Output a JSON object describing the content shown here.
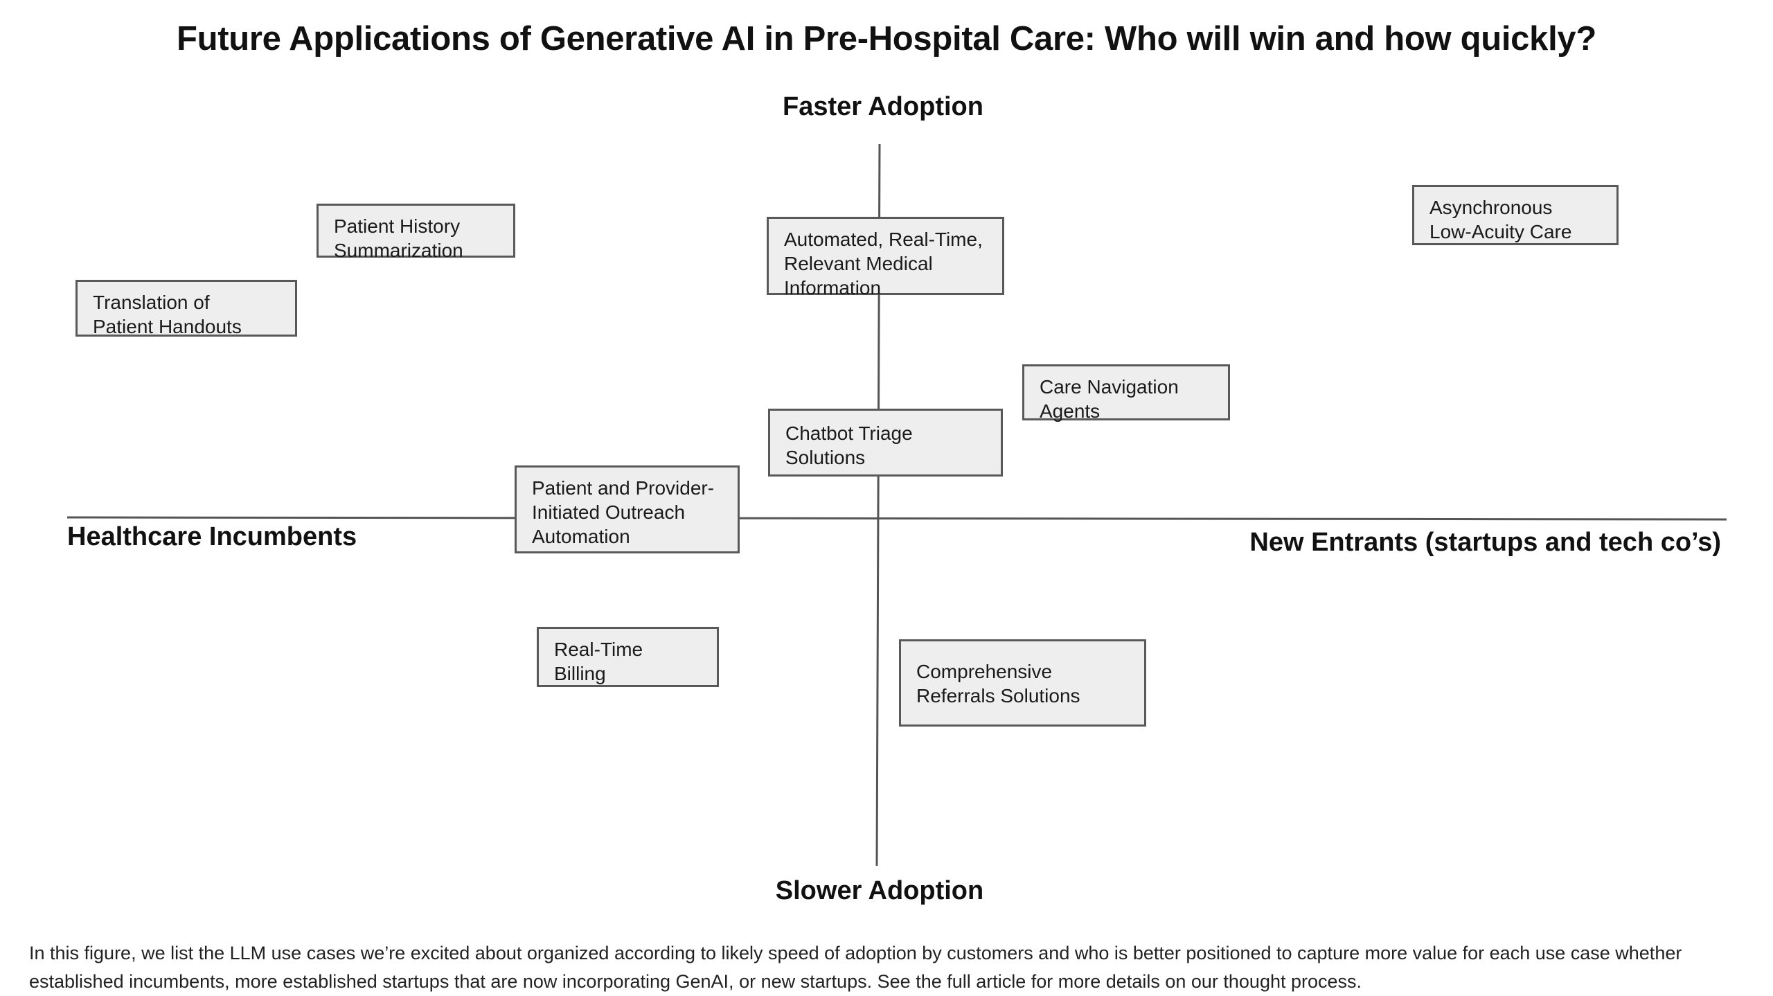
{
  "title": "Future Applications of Generative AI in Pre-Hospital Care: Who will win and how quickly?",
  "axes": {
    "top": "Faster Adoption",
    "bottom": "Slower Adoption",
    "left": "Healthcare Incumbents",
    "right": "New Entrants (startups and tech co’s)"
  },
  "use_cases": [
    {
      "id": "patient-history-summarization",
      "label": "Patient History\nSummarization"
    },
    {
      "id": "translation-of-patient-handouts",
      "label": "Translation of\nPatient Handouts"
    },
    {
      "id": "automated-medical-information",
      "label": "Automated, Real-Time,\nRelevant Medical\nInformation"
    },
    {
      "id": "asynchronous-low-acuity-care",
      "label": "Asynchronous\nLow-Acuity Care"
    },
    {
      "id": "care-navigation-agents",
      "label": "Care Navigation\nAgents"
    },
    {
      "id": "chatbot-triage-solutions",
      "label": "Chatbot Triage\nSolutions"
    },
    {
      "id": "patient-provider-outreach",
      "label": "Patient and Provider-\nInitiated Outreach\nAutomation"
    },
    {
      "id": "real-time-billing",
      "label": "Real-Time\nBilling"
    },
    {
      "id": "comprehensive-referrals",
      "label": "Comprehensive\nReferrals Solutions"
    }
  ],
  "caption": "In this figure, we list the LLM use cases we’re excited about organized according to likely speed of adoption by customers and who is better positioned to capture more value for each use case whether established incumbents, more established startups that are now incorporating GenAI, or new startups. See the full article for more details on our thought process."
}
